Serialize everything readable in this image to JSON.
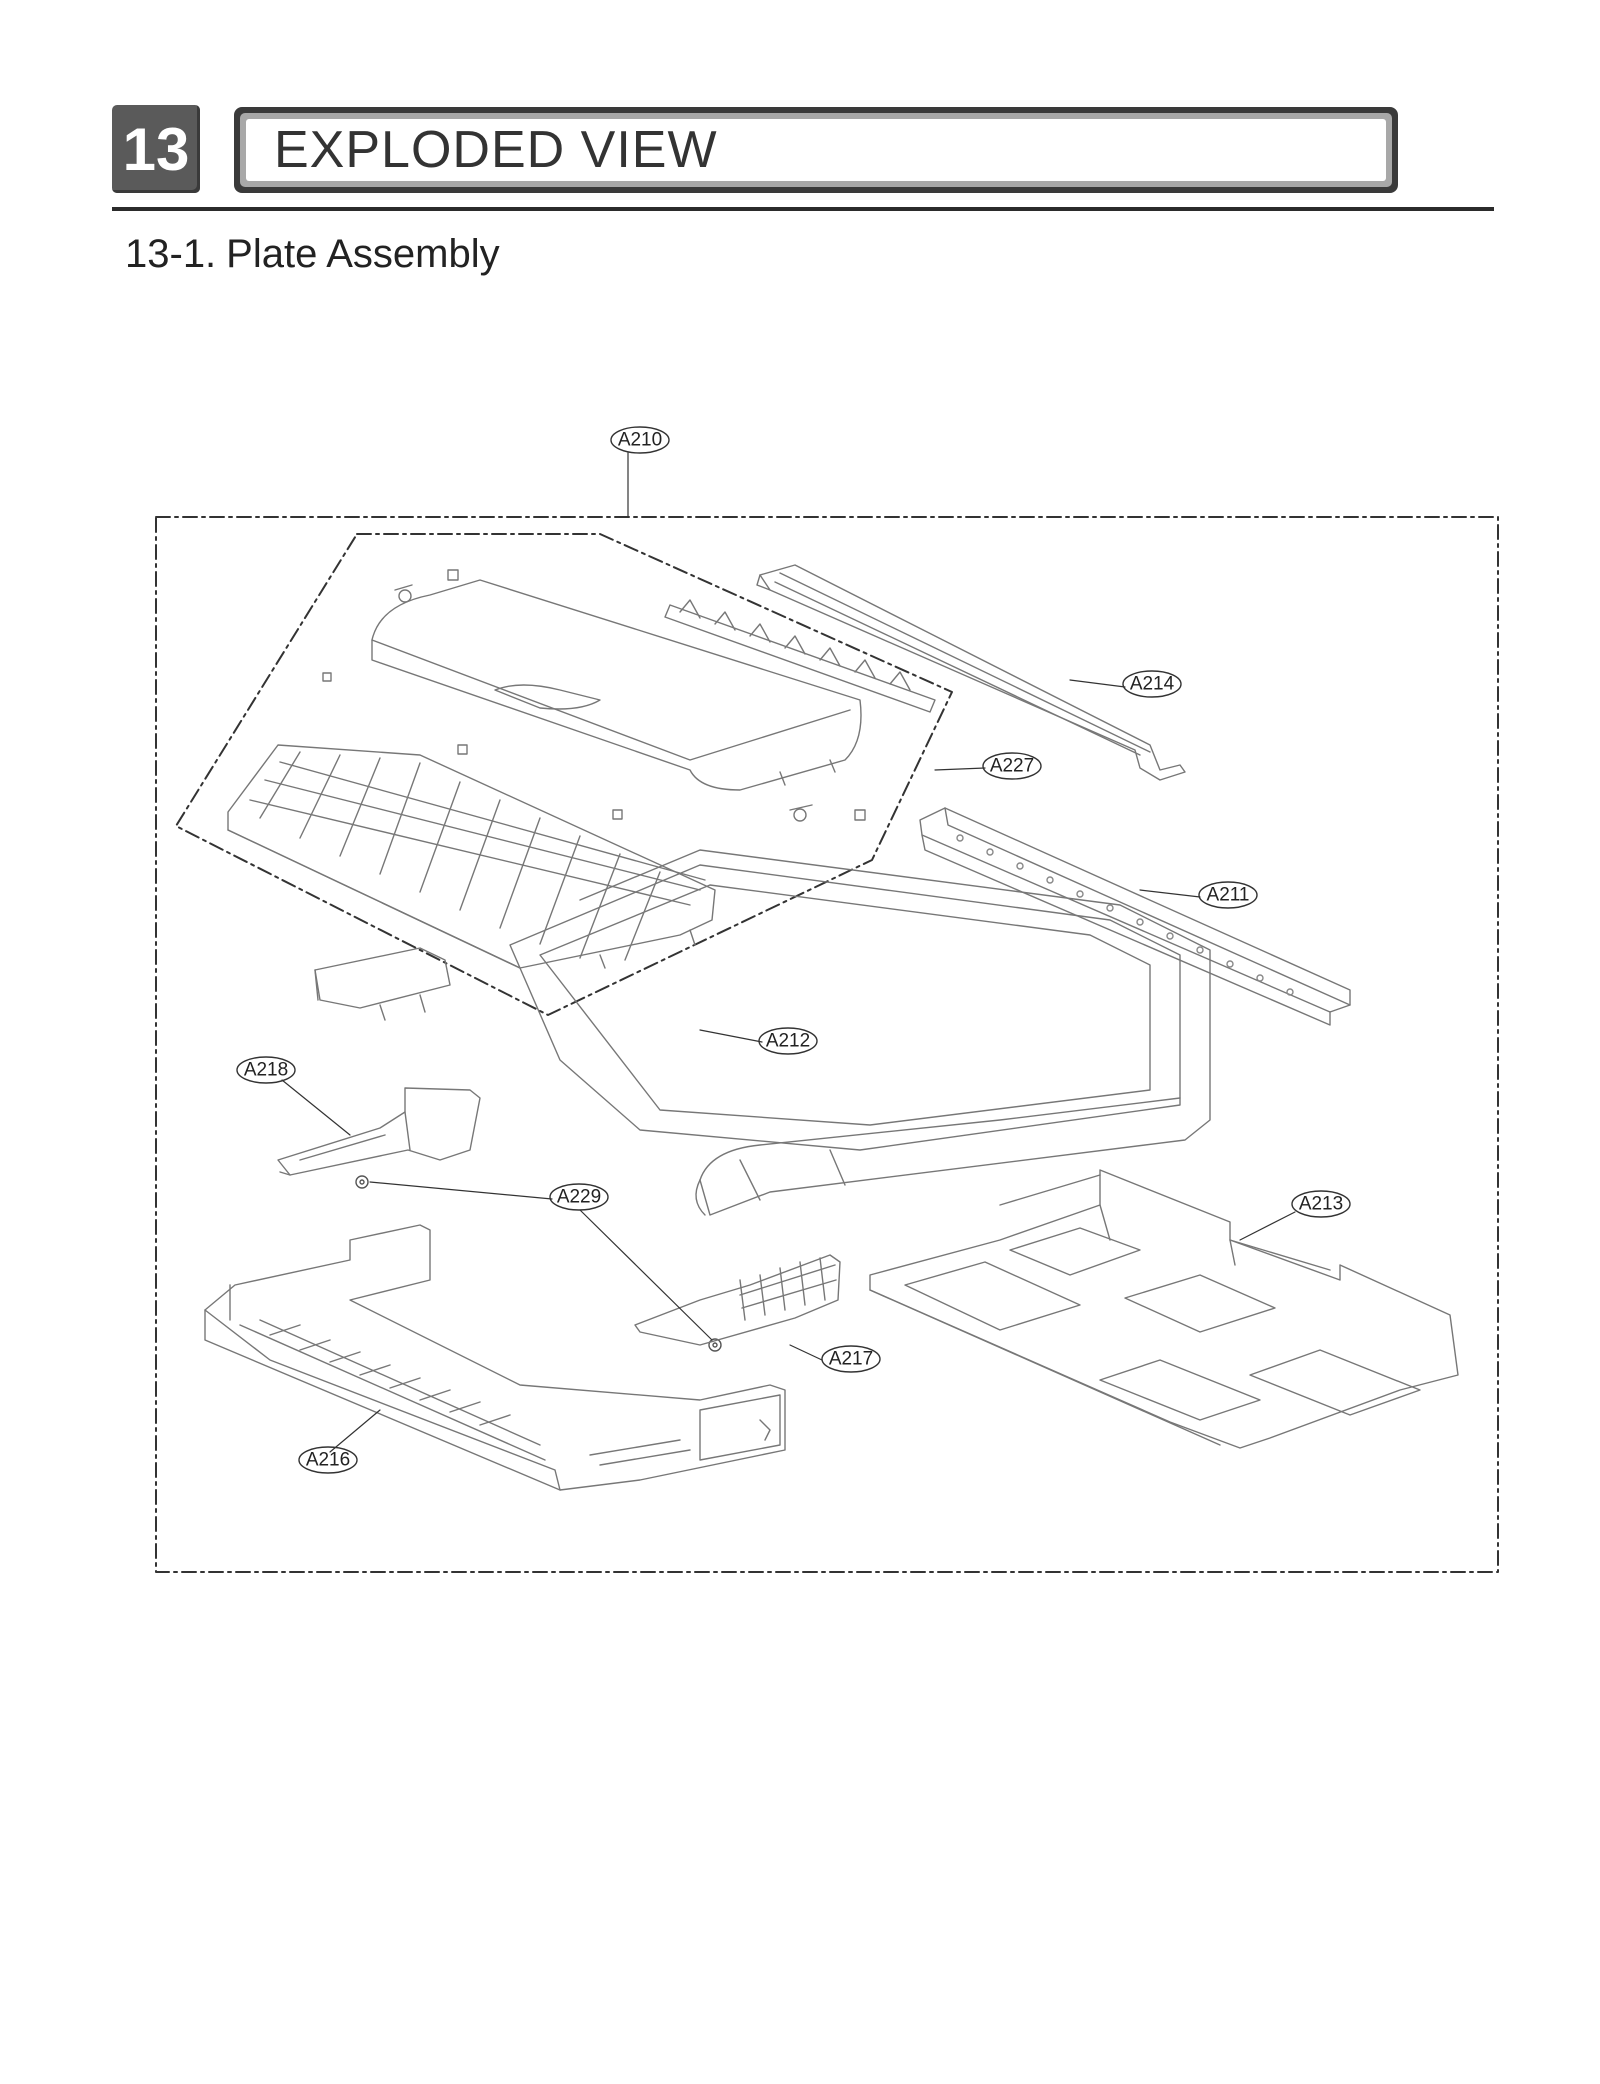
{
  "header": {
    "section_number": "13",
    "section_title": "EXPLODED VIEW"
  },
  "subsection": {
    "number": "13-1.",
    "title": "Plate Assembly"
  },
  "callouts": {
    "a210": "A210",
    "a214": "A214",
    "a227": "A227",
    "a211": "A211",
    "a212": "A212",
    "a218": "A218",
    "a229": "A229",
    "a213": "A213",
    "a217": "A217",
    "a216": "A216"
  },
  "colors": {
    "line": "#555555",
    "header_box": "#5a5a5a"
  }
}
